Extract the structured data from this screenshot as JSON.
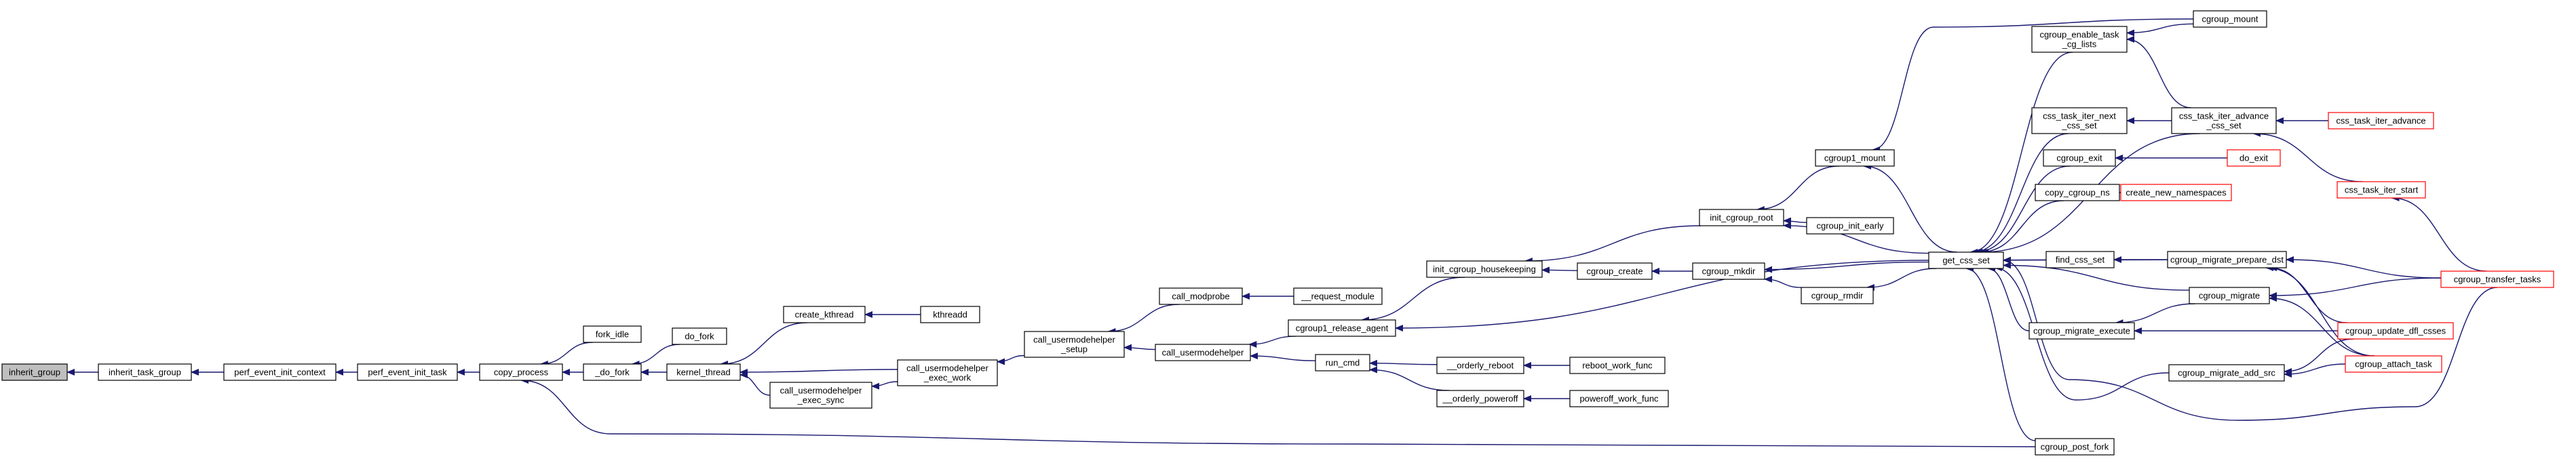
{
  "title": "",
  "colors": {
    "edge": "#191970",
    "node_border": "#000000",
    "truncated_border": "#ff0000",
    "highlight_fill": "#bfbfbf"
  },
  "nodes": [
    {
      "id": "inherit_group",
      "label": [
        "inherit_group"
      ],
      "highlight": true
    },
    {
      "id": "inherit_task_group",
      "label": [
        "inherit_task_group"
      ]
    },
    {
      "id": "perf_event_init_context",
      "label": [
        "perf_event_init_context"
      ]
    },
    {
      "id": "perf_event_init_task",
      "label": [
        "perf_event_init_task"
      ]
    },
    {
      "id": "copy_process",
      "label": [
        "copy_process"
      ]
    },
    {
      "id": "fork_idle",
      "label": [
        "fork_idle"
      ]
    },
    {
      "id": "_do_fork",
      "label": [
        "_do_fork"
      ]
    },
    {
      "id": "do_fork",
      "label": [
        "do_fork"
      ]
    },
    {
      "id": "kernel_thread",
      "label": [
        "kernel_thread"
      ]
    },
    {
      "id": "create_kthread",
      "label": [
        "create_kthread"
      ]
    },
    {
      "id": "kthreadd",
      "label": [
        "kthreadd"
      ]
    },
    {
      "id": "cuh_exec_sync",
      "label": [
        "call_usermodehelper",
        "_exec_sync"
      ]
    },
    {
      "id": "cuh_exec_work",
      "label": [
        "call_usermodehelper",
        "_exec_work"
      ]
    },
    {
      "id": "cuh_setup",
      "label": [
        "call_usermodehelper",
        "_setup"
      ]
    },
    {
      "id": "call_modprobe",
      "label": [
        "call_modprobe"
      ]
    },
    {
      "id": "request_module",
      "label": [
        "__request_module"
      ]
    },
    {
      "id": "call_usermodehelper",
      "label": [
        "call_usermodehelper"
      ]
    },
    {
      "id": "cgroup1_release_agent",
      "label": [
        "cgroup1_release_agent"
      ]
    },
    {
      "id": "run_cmd",
      "label": [
        "run_cmd"
      ]
    },
    {
      "id": "orderly_reboot",
      "label": [
        "__orderly_reboot"
      ]
    },
    {
      "id": "reboot_work_func",
      "label": [
        "reboot_work_func"
      ]
    },
    {
      "id": "orderly_poweroff",
      "label": [
        "__orderly_poweroff"
      ]
    },
    {
      "id": "poweroff_work_func",
      "label": [
        "poweroff_work_func"
      ]
    },
    {
      "id": "init_cgroup_housekeeping",
      "label": [
        "init_cgroup_housekeeping"
      ]
    },
    {
      "id": "cgroup_create",
      "label": [
        "cgroup_create"
      ]
    },
    {
      "id": "cgroup_mkdir",
      "label": [
        "cgroup_mkdir"
      ]
    },
    {
      "id": "cgroup_rmdir",
      "label": [
        "cgroup_rmdir"
      ]
    },
    {
      "id": "init_cgroup_root",
      "label": [
        "init_cgroup_root"
      ]
    },
    {
      "id": "cgroup_init_early",
      "label": [
        "cgroup_init_early"
      ]
    },
    {
      "id": "cgroup1_mount",
      "label": [
        "cgroup1_mount"
      ]
    },
    {
      "id": "get_css_set",
      "label": [
        "get_css_set"
      ]
    },
    {
      "id": "cgroup_enable_task_cg_lists",
      "label": [
        "cgroup_enable_task",
        "_cg_lists"
      ]
    },
    {
      "id": "cgroup_mount",
      "label": [
        "cgroup_mount"
      ]
    },
    {
      "id": "css_task_iter_next_css_set",
      "label": [
        "css_task_iter_next",
        "_css_set"
      ]
    },
    {
      "id": "css_task_iter_advance_css_set",
      "label": [
        "css_task_iter_advance",
        "_css_set"
      ]
    },
    {
      "id": "css_task_iter_advance",
      "label": [
        "css_task_iter_advance"
      ],
      "truncated": true
    },
    {
      "id": "css_task_iter_start",
      "label": [
        "css_task_iter_start"
      ],
      "truncated": true
    },
    {
      "id": "cgroup_exit",
      "label": [
        "cgroup_exit"
      ]
    },
    {
      "id": "do_exit",
      "label": [
        "do_exit"
      ],
      "truncated": true
    },
    {
      "id": "copy_cgroup_ns",
      "label": [
        "copy_cgroup_ns"
      ]
    },
    {
      "id": "create_new_namespaces",
      "label": [
        "create_new_namespaces"
      ],
      "truncated": true
    },
    {
      "id": "find_css_set",
      "label": [
        "find_css_set"
      ]
    },
    {
      "id": "cgroup_migrate_prepare_dst",
      "label": [
        "cgroup_migrate_prepare_dst"
      ]
    },
    {
      "id": "cgroup_migrate",
      "label": [
        "cgroup_migrate"
      ]
    },
    {
      "id": "cgroup_migrate_execute",
      "label": [
        "cgroup_migrate_execute"
      ]
    },
    {
      "id": "cgroup_migrate_add_src",
      "label": [
        "cgroup_migrate_add_src"
      ]
    },
    {
      "id": "cgroup_transfer_tasks",
      "label": [
        "cgroup_transfer_tasks"
      ],
      "truncated": true
    },
    {
      "id": "cgroup_update_dfl_csses",
      "label": [
        "cgroup_update_dfl_csses"
      ],
      "truncated": true
    },
    {
      "id": "cgroup_attach_task",
      "label": [
        "cgroup_attach_task"
      ],
      "truncated": true
    },
    {
      "id": "cgroup_post_fork",
      "label": [
        "cgroup_post_fork"
      ]
    }
  ],
  "edges": [
    [
      "inherit_task_group",
      "inherit_group"
    ],
    [
      "perf_event_init_context",
      "inherit_task_group"
    ],
    [
      "perf_event_init_task",
      "perf_event_init_context"
    ],
    [
      "copy_process",
      "perf_event_init_task"
    ],
    [
      "fork_idle",
      "copy_process"
    ],
    [
      "_do_fork",
      "copy_process"
    ],
    [
      "do_fork",
      "_do_fork"
    ],
    [
      "kernel_thread",
      "_do_fork"
    ],
    [
      "create_kthread",
      "kernel_thread"
    ],
    [
      "kthreadd",
      "create_kthread"
    ],
    [
      "cuh_exec_work",
      "kernel_thread"
    ],
    [
      "cuh_exec_sync",
      "kernel_thread"
    ],
    [
      "cuh_exec_work",
      "cuh_exec_sync"
    ],
    [
      "cuh_setup",
      "cuh_exec_work"
    ],
    [
      "call_modprobe",
      "cuh_setup"
    ],
    [
      "request_module",
      "call_modprobe"
    ],
    [
      "call_usermodehelper",
      "cuh_setup"
    ],
    [
      "cgroup1_release_agent",
      "call_usermodehelper"
    ],
    [
      "run_cmd",
      "call_usermodehelper"
    ],
    [
      "orderly_reboot",
      "run_cmd"
    ],
    [
      "reboot_work_func",
      "orderly_reboot"
    ],
    [
      "orderly_poweroff",
      "run_cmd"
    ],
    [
      "poweroff_work_func",
      "orderly_poweroff"
    ],
    [
      "init_cgroup_housekeeping",
      "cgroup1_release_agent"
    ],
    [
      "cgroup_create",
      "init_cgroup_housekeeping"
    ],
    [
      "init_cgroup_root",
      "init_cgroup_housekeeping"
    ],
    [
      "cgroup_mkdir",
      "cgroup_create"
    ],
    [
      "get_css_set",
      "cgroup_mkdir"
    ],
    [
      "cgroup_rmdir",
      "cgroup_mkdir"
    ],
    [
      "get_css_set",
      "cgroup_rmdir"
    ],
    [
      "get_css_set",
      "cgroup1_release_agent"
    ],
    [
      "cgroup1_mount",
      "init_cgroup_root"
    ],
    [
      "cgroup_init_early",
      "init_cgroup_root"
    ],
    [
      "get_css_set",
      "init_cgroup_root"
    ],
    [
      "get_css_set",
      "cgroup1_mount"
    ],
    [
      "cgroup_mount",
      "cgroup1_mount"
    ],
    [
      "cgroup_enable_task_cg_lists",
      "get_css_set"
    ],
    [
      "cgroup_mount",
      "cgroup_enable_task_cg_lists"
    ],
    [
      "css_task_iter_advance_css_set",
      "cgroup_enable_task_cg_lists"
    ],
    [
      "css_task_iter_next_css_set",
      "get_css_set"
    ],
    [
      "css_task_iter_advance_css_set",
      "css_task_iter_next_css_set"
    ],
    [
      "css_task_iter_advance_css_set",
      "get_css_set"
    ],
    [
      "css_task_iter_advance",
      "css_task_iter_advance_css_set"
    ],
    [
      "css_task_iter_start",
      "css_task_iter_advance_css_set"
    ],
    [
      "cgroup_transfer_tasks",
      "css_task_iter_start"
    ],
    [
      "cgroup_exit",
      "get_css_set"
    ],
    [
      "do_exit",
      "cgroup_exit"
    ],
    [
      "copy_cgroup_ns",
      "get_css_set"
    ],
    [
      "create_new_namespaces",
      "copy_cgroup_ns"
    ],
    [
      "find_css_set",
      "get_css_set"
    ],
    [
      "cgroup_migrate_prepare_dst",
      "find_css_set"
    ],
    [
      "cgroup_migrate_prepare_dst",
      "get_css_set"
    ],
    [
      "cgroup_migrate",
      "get_css_set"
    ],
    [
      "cgroup_migrate_execute",
      "get_css_set"
    ],
    [
      "cgroup_migrate_add_src",
      "get_css_set"
    ],
    [
      "cgroup_post_fork",
      "get_css_set"
    ],
    [
      "cgroup_transfer_tasks",
      "get_css_set"
    ],
    [
      "cgroup_migrate",
      "cgroup_migrate_execute"
    ],
    [
      "cgroup_update_dfl_csses",
      "cgroup_migrate_execute"
    ],
    [
      "cgroup_transfer_tasks",
      "cgroup_migrate_prepare_dst"
    ],
    [
      "cgroup_update_dfl_csses",
      "cgroup_migrate_prepare_dst"
    ],
    [
      "cgroup_attach_task",
      "cgroup_migrate_prepare_dst"
    ],
    [
      "cgroup_transfer_tasks",
      "cgroup_migrate"
    ],
    [
      "cgroup_attach_task",
      "cgroup_migrate"
    ],
    [
      "cgroup_update_dfl_csses",
      "cgroup_migrate_add_src"
    ],
    [
      "cgroup_attach_task",
      "cgroup_migrate_add_src"
    ],
    [
      "cgroup_post_fork",
      "copy_process"
    ]
  ]
}
